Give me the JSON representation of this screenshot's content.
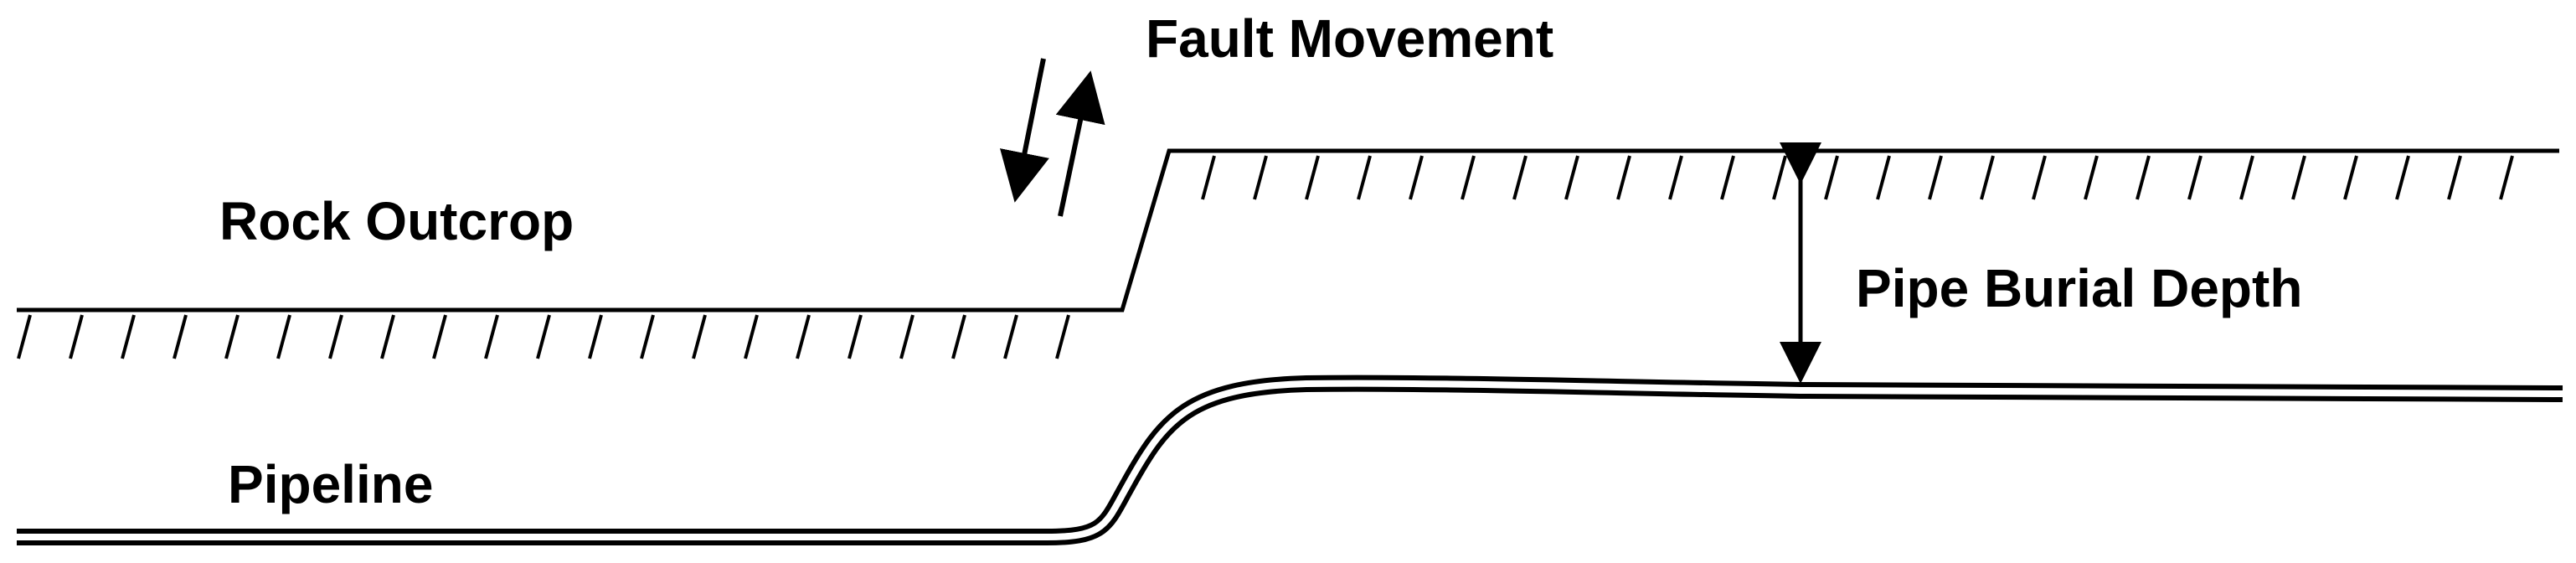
{
  "labels": {
    "fault_movement": "Fault Movement",
    "rock_outcrop": "Rock Outcrop",
    "pipe_burial_depth": "Pipe Burial Depth",
    "pipeline": "Pipeline"
  },
  "colors": {
    "line": "#000000",
    "background": "#ffffff"
  }
}
